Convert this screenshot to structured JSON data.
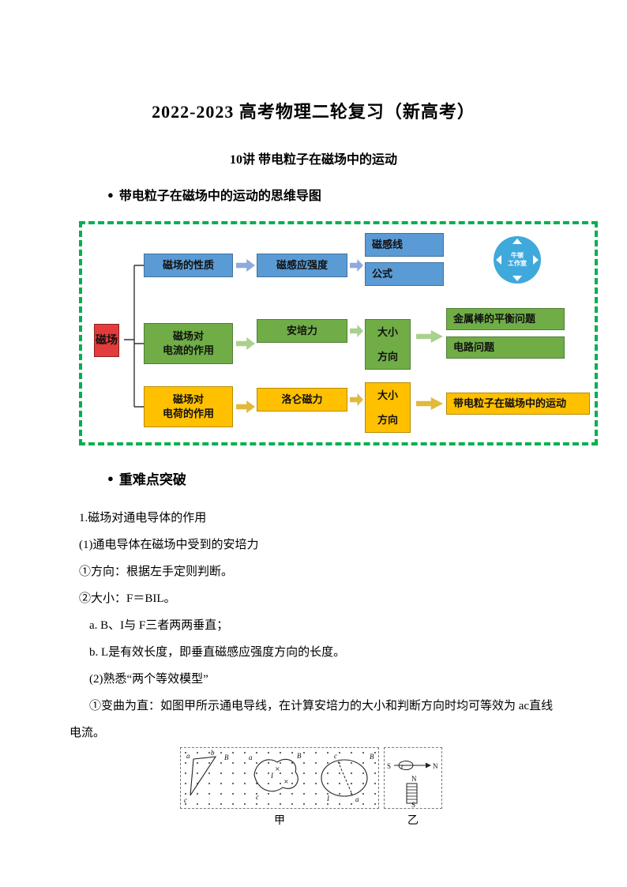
{
  "page": {
    "title": "2022-2023 高考物理二轮复习（新高考）",
    "subtitle": "10讲 带电粒子在磁场中的运动",
    "bullet": "●",
    "section_mindmap_heading": "带电粒子在磁场中的运动的思维导图",
    "section_keypoints_heading": "重难点突破"
  },
  "mindmap": {
    "root_label": "磁场",
    "badge_label": "牛顿\n工作室",
    "row1": {
      "node1": "磁场的性质",
      "node2": "磁感应强度",
      "leaves": [
        "磁感线",
        "公式"
      ]
    },
    "row2": {
      "node1": "磁场对\n电流的作用",
      "node2": "安培力",
      "node3": "大小\n方向",
      "leaves": [
        "金属棒的平衡问题",
        "电路问题"
      ]
    },
    "row3": {
      "node1": "磁场对\n电荷的作用",
      "node2": "洛仑磁力",
      "node3": "大小\n方向",
      "leaves": [
        "带电粒子在磁场中的运动"
      ]
    },
    "colors": {
      "root": "#e23c3c",
      "row1": "#5b9bd5",
      "row2": "#70ad47",
      "row3": "#ffc000",
      "border": "#00b050",
      "badge": "#3fa9dc",
      "arrow1": "#8faadc",
      "arrow2": "#a9d18e",
      "arrow3": "#e2b93b"
    }
  },
  "content": {
    "paragraphs": [
      "1.磁场对通电导体的作用",
      "(1)通电导体在磁场中受到的安培力",
      "①方向：根据左手定则判断。",
      "②大小：F＝BIL。",
      "a. B、I与 F三者两两垂直；",
      "b. L是有效长度，即垂直磁感应强度方向的长度。",
      "(2)熟悉“两个等效模型”",
      "①变曲为直：如图甲所示通电导线，在计算安培力的大小和判断方向时均可等效为 ac直线电流。"
    ]
  },
  "figures": {
    "cross_symbol": "×",
    "jia": {
      "caption": "甲",
      "sub1_labels": {
        "a": "a",
        "b": "b",
        "B": "B",
        "c": "c"
      },
      "sub2_labels": {
        "a": "a",
        "B": "B",
        "I": "I",
        "c": "c"
      },
      "sub3_labels": {
        "c": "c",
        "B": "B",
        "I": "I",
        "a": "a"
      }
    },
    "yi": {
      "caption": "乙",
      "labels": {
        "S_left": "S",
        "r": "r",
        "N_right": "N",
        "N_top": "N",
        "S_bottom": "S"
      }
    }
  }
}
